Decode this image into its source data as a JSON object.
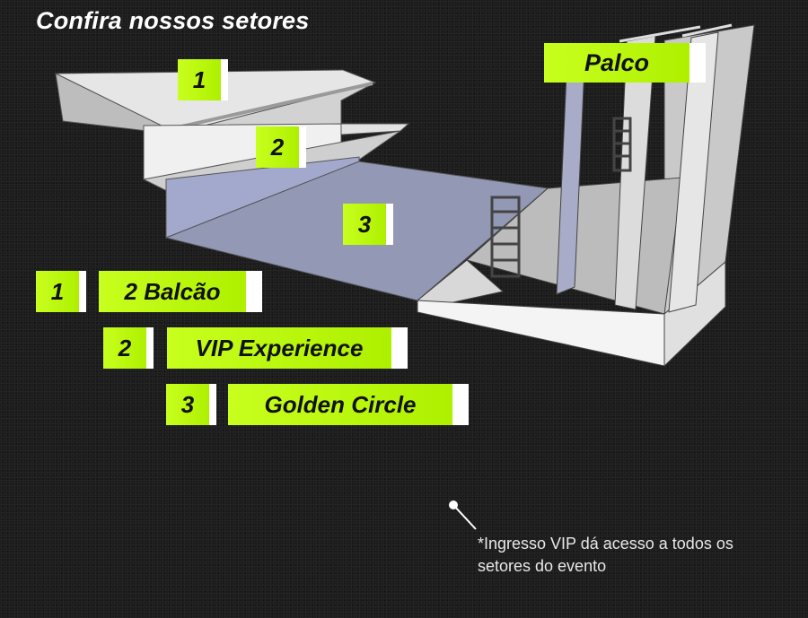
{
  "title": "Confira nossos setores",
  "stage_label": "Palco",
  "markers": [
    "1",
    "2",
    "3"
  ],
  "legend": [
    {
      "number": "1",
      "label": "2 Balcão"
    },
    {
      "number": "2",
      "label": "VIP Experience"
    },
    {
      "number": "3",
      "label": "Golden Circle"
    }
  ],
  "note": "*Ingresso VIP dá acesso a todos os setores do evento",
  "colors": {
    "accent": "#c8ff1e",
    "background": "#1c1c1c",
    "floor": "#9398b4"
  }
}
